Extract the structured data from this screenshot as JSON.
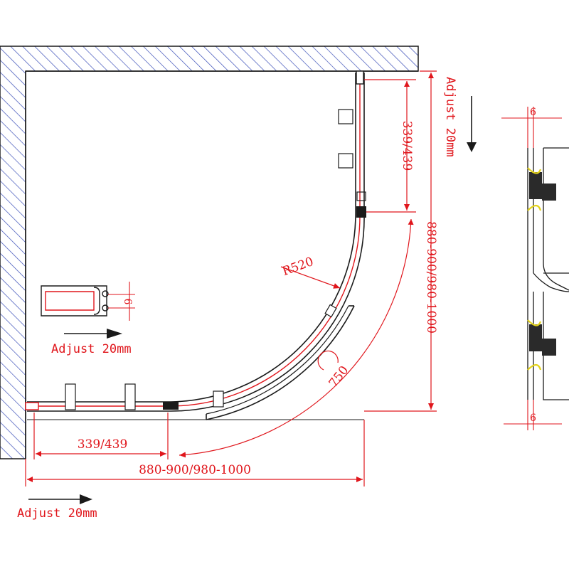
{
  "dimensions": {
    "top_width_label": "339/439",
    "bottom_width_label": "339/439",
    "overall_width_label": "880-900/980-1000",
    "overall_height_label": "880-900/980-1000",
    "radius_label": "R520",
    "arc_label": "750",
    "profile_thickness_label": "6",
    "detail_top_thickness_label": "6",
    "detail_bottom_thickness_label": "6"
  },
  "adjust": {
    "vertical_label": "Adjust 20mm",
    "horizontal_label": "Adjust 20mm",
    "bottom_label": "Adjust 20mm"
  },
  "colors": {
    "dimension": "#e0161c",
    "outline": "#1a1a1a",
    "wall_hatch": "#3b4fb8",
    "seal": "#e3d21a"
  }
}
